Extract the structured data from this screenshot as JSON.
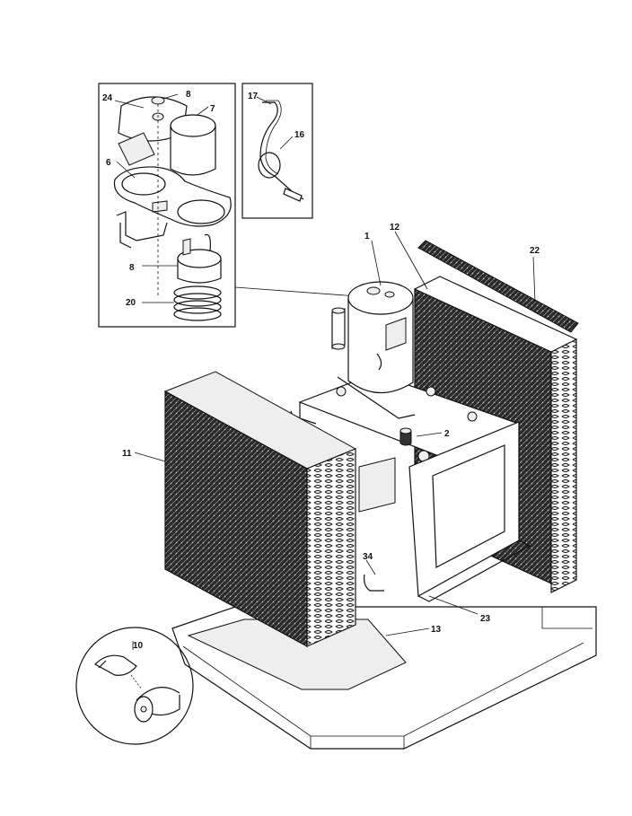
{
  "diagram": {
    "callouts": {
      "c1": "1",
      "c2": "2",
      "c6": "6",
      "c7": "7",
      "c8": "8",
      "c8b": "8",
      "c10": "10",
      "c11": "11",
      "c12": "12",
      "c13": "13",
      "c16": "16",
      "c17": "17",
      "c20": "20",
      "c22": "22",
      "c23": "23",
      "c24": "24",
      "c34": "34"
    }
  }
}
